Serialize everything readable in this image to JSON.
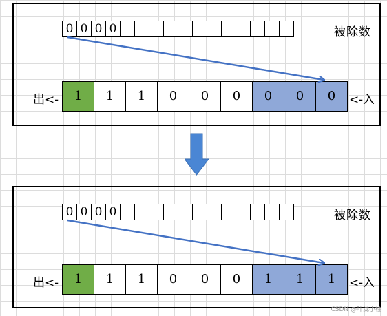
{
  "panels": [
    {
      "dividend_cells": [
        "0",
        "0",
        "0",
        "0",
        "",
        "",
        "",
        "",
        "",
        "",
        "",
        "",
        "",
        "",
        "",
        ""
      ],
      "dividend_label": "被除数",
      "out_label": "出<-",
      "in_label": "<-入",
      "big_cells": [
        {
          "value": "1",
          "color": "green"
        },
        {
          "value": "1",
          "color": "white"
        },
        {
          "value": "1",
          "color": "white"
        },
        {
          "value": "0",
          "color": "white"
        },
        {
          "value": "0",
          "color": "white"
        },
        {
          "value": "0",
          "color": "white"
        },
        {
          "value": "0",
          "color": "blue"
        },
        {
          "value": "0",
          "color": "blue"
        },
        {
          "value": "0",
          "color": "blue"
        }
      ]
    },
    {
      "dividend_cells": [
        "0",
        "0",
        "0",
        "0",
        "",
        "",
        "",
        "",
        "",
        "",
        "",
        "",
        "",
        "",
        "",
        ""
      ],
      "dividend_label": "被除数",
      "out_label": "出<-",
      "in_label": "<-入",
      "big_cells": [
        {
          "value": "1",
          "color": "green"
        },
        {
          "value": "1",
          "color": "white"
        },
        {
          "value": "1",
          "color": "white"
        },
        {
          "value": "0",
          "color": "white"
        },
        {
          "value": "0",
          "color": "white"
        },
        {
          "value": "0",
          "color": "white"
        },
        {
          "value": "1",
          "color": "blue"
        },
        {
          "value": "1",
          "color": "blue"
        },
        {
          "value": "1",
          "color": "blue"
        }
      ]
    }
  ],
  "colors": {
    "green": "#70ad47",
    "blue": "#8fa8d8",
    "arrow": "#4472c4"
  },
  "watermark": "CSDN @叶泷小柱"
}
